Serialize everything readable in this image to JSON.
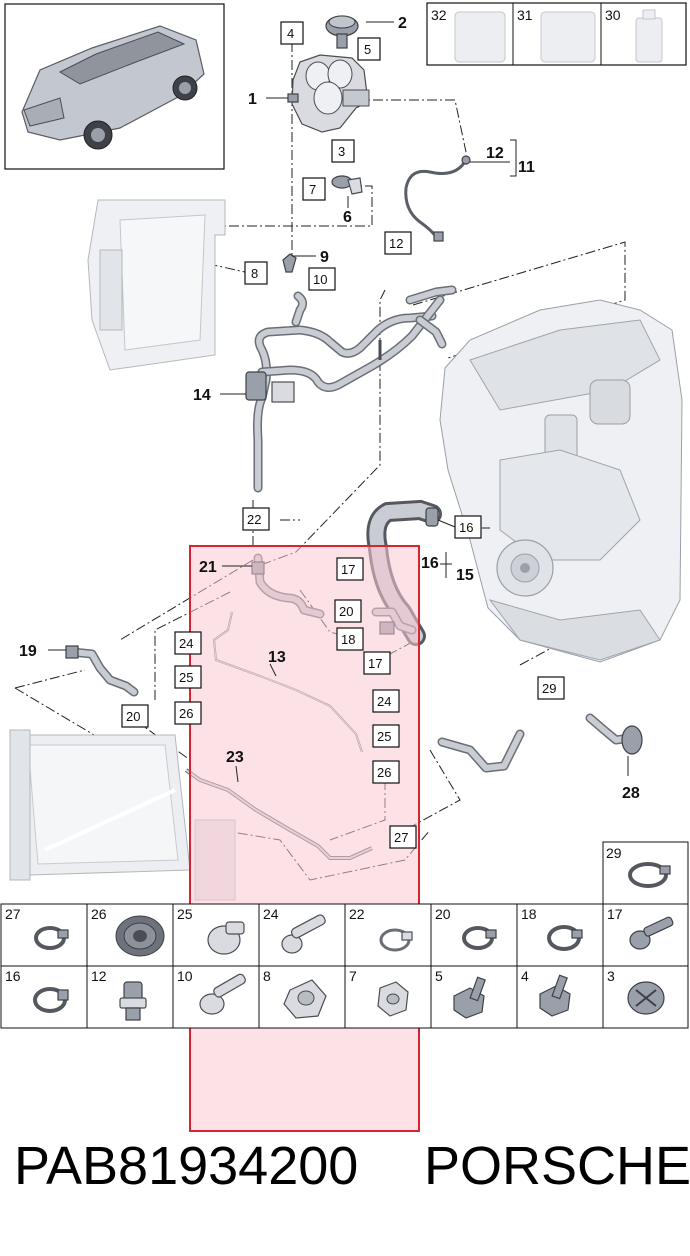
{
  "callouts": {
    "c1": "1",
    "c2": "2",
    "c6": "6",
    "c9": "9",
    "c11": "11",
    "c12": "12",
    "c13": "13",
    "c14": "14",
    "c15": "15",
    "c16": "16",
    "c19": "19",
    "c21": "21",
    "c23": "23",
    "c28": "28"
  },
  "boxed": {
    "b4": "4",
    "b5": "5",
    "b3": "3",
    "b7": "7",
    "b8": "8",
    "b10": "10",
    "b12": "12",
    "b22": "22",
    "b16": "16",
    "b17a": "17",
    "b20a": "20",
    "b18": "18",
    "b17b": "17",
    "b24a": "24",
    "b25a": "25",
    "b26a": "26",
    "b20b": "20",
    "b24b": "24",
    "b25b": "25",
    "b26b": "26",
    "b27": "27",
    "b29": "29"
  },
  "top_consumables": [
    "32",
    "31",
    "30"
  ],
  "hardware_grid": {
    "row0": [
      "29"
    ],
    "row1": [
      "27",
      "26",
      "25",
      "24",
      "22",
      "20",
      "18",
      "17"
    ],
    "row2": [
      "16",
      "12",
      "10",
      "8",
      "7",
      "5",
      "4",
      "3"
    ]
  },
  "footer": {
    "part_number": "PAB81934200",
    "brand": "PORSCHE"
  },
  "colors": {
    "highlight_fill": "#f9c8d2",
    "highlight_border": "#d9232f"
  },
  "icons": [
    "vehicle-thumbnail",
    "coolant-can-icon",
    "expansion-tank",
    "hose-clamp-icon",
    "bolt-icon",
    "nut-icon",
    "grommet-icon"
  ]
}
